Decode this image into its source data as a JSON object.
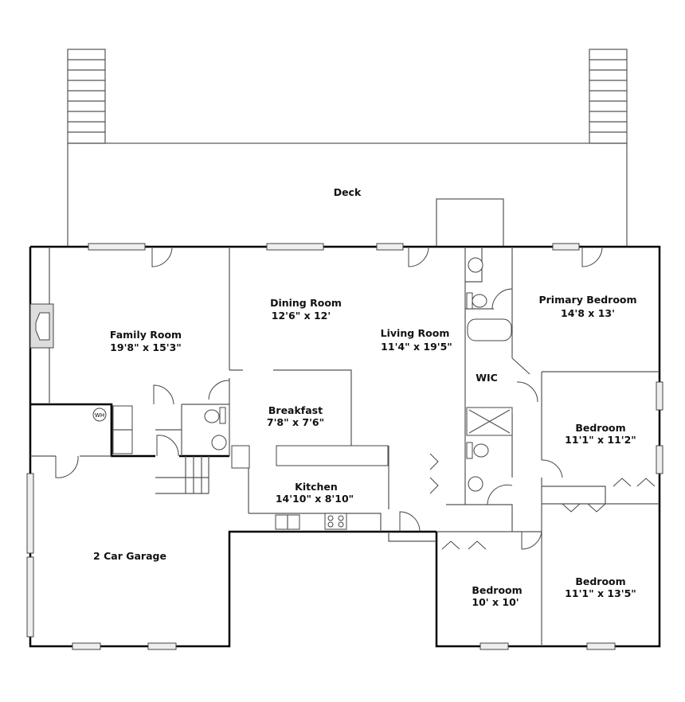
{
  "deck": {
    "label": "Deck"
  },
  "rooms": {
    "family": {
      "name": "Family Room",
      "dims": "19'8\" x 15'3\""
    },
    "dining": {
      "name": "Dining Room",
      "dims": "12'6\" x 12'"
    },
    "living": {
      "name": "Living Room",
      "dims": "11'4\" x 19'5\""
    },
    "primary": {
      "name": "Primary Bedroom",
      "dims": "14'8 x 13'"
    },
    "wic": {
      "name": "WIC"
    },
    "breakfast": {
      "name": "Breakfast",
      "dims": "7'8\" x 7'6\""
    },
    "bedroom2": {
      "name": "Bedroom",
      "dims": "11'1\" x 11'2\""
    },
    "kitchen": {
      "name": "Kitchen",
      "dims": "14'10\" x 8'10\""
    },
    "garage": {
      "name": "2 Car Garage"
    },
    "bedroom3": {
      "name": "Bedroom",
      "dims": "10' x 10'"
    },
    "bedroom4": {
      "name": "Bedroom",
      "dims": "11'1\" x 13'5\""
    }
  },
  "fixtures": {
    "water_heater": "WH"
  }
}
